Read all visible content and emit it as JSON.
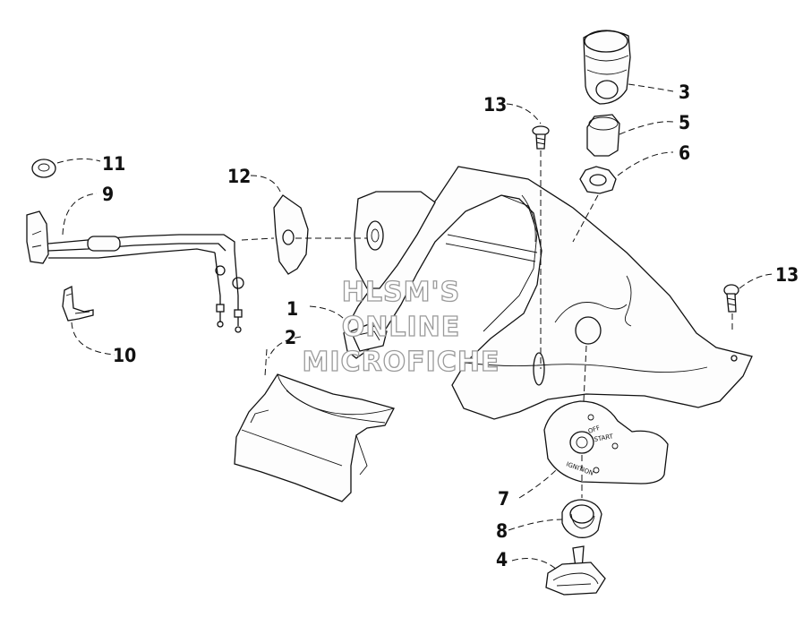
{
  "watermark": {
    "line1": "HLSM'S",
    "line2": "ONLINE",
    "line3": "MICROFICHE"
  },
  "callouts": [
    {
      "id": "c1",
      "number": "1"
    },
    {
      "id": "c2",
      "number": "2"
    },
    {
      "id": "c3",
      "number": "3"
    },
    {
      "id": "c4",
      "number": "4"
    },
    {
      "id": "c5",
      "number": "5"
    },
    {
      "id": "c6",
      "number": "6"
    },
    {
      "id": "c7",
      "number": "7"
    },
    {
      "id": "c8",
      "number": "8"
    },
    {
      "id": "c9",
      "number": "9"
    },
    {
      "id": "c10",
      "number": "10"
    },
    {
      "id": "c11",
      "number": "11"
    },
    {
      "id": "c12",
      "number": "12"
    },
    {
      "id": "c13a",
      "number": "13"
    },
    {
      "id": "c13b",
      "number": "13"
    }
  ],
  "switch_plate": {
    "off": "OFF",
    "start": "START",
    "ignition": "IGNITION"
  }
}
